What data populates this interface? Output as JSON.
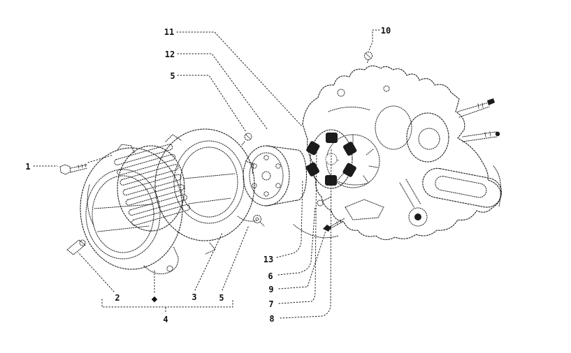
{
  "diagram": {
    "background": "#ffffff",
    "ink": "#1b1b1b",
    "kit_marker": "◆",
    "callouts": [
      {
        "id": "1",
        "label": "1"
      },
      {
        "id": "2",
        "label": "2"
      },
      {
        "id": "3",
        "label": "3"
      },
      {
        "id": "4",
        "label": "4"
      },
      {
        "id": "5-top",
        "label": "5"
      },
      {
        "id": "5-kit",
        "label": "5"
      },
      {
        "id": "6",
        "label": "6"
      },
      {
        "id": "7",
        "label": "7"
      },
      {
        "id": "8",
        "label": "8"
      },
      {
        "id": "9",
        "label": "9"
      },
      {
        "id": "10",
        "label": "10"
      },
      {
        "id": "11",
        "label": "11"
      },
      {
        "id": "12",
        "label": "12"
      },
      {
        "id": "13",
        "label": "13"
      }
    ]
  }
}
